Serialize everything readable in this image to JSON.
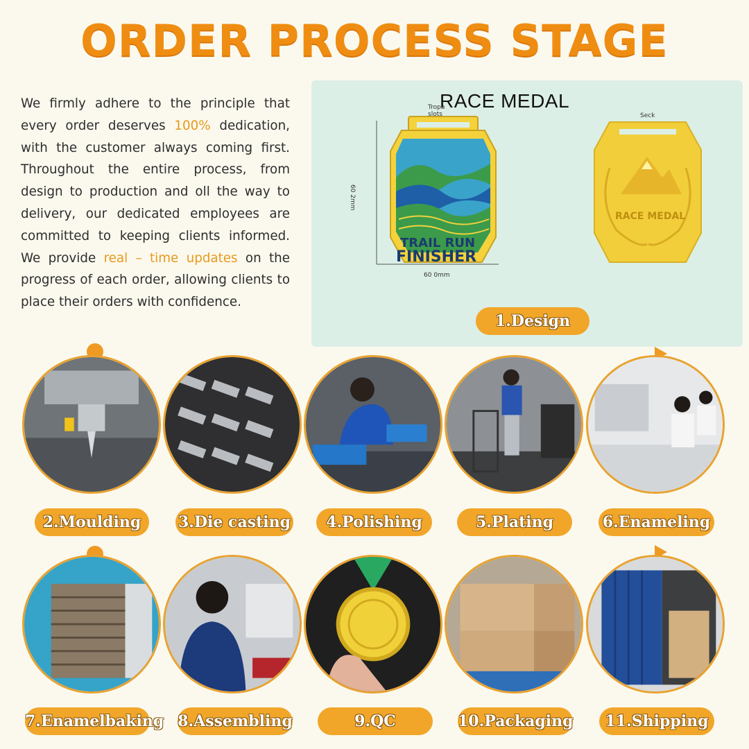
{
  "title": "ORDER PROCESS STAGE",
  "intro": {
    "part1": "We firmly adhere to the principle that every order deserves ",
    "highlight1": "100%",
    "part2": " dedication, with the customer always coming first. Throughout the entire process, from design to production and oll the way to delivery, our dedicated employees are committed to keeping clients informed. We provide ",
    "highlight2": "real – time updates",
    "part3": " on the progress of each order, allowing clients to place their orders with confidence."
  },
  "design": {
    "panel_title": "RACE MEDAL",
    "front_top_note": "Tropa\nslots",
    "back_top_note": "Seck",
    "side_dim": "60 2mm",
    "bottom_dim": "60 0mm",
    "front_text_line1": "TRAIL RUN",
    "front_text_line2": "FINISHER",
    "back_text": "RACE MEDAL",
    "step_label": "1.Design"
  },
  "steps": [
    {
      "label": "2.Moulding",
      "icon": "cnc-milling-icon"
    },
    {
      "label": "3.Die casting",
      "icon": "die-cast-parts-icon"
    },
    {
      "label": "4.Polishing",
      "icon": "polishing-worker-icon"
    },
    {
      "label": "5.Plating",
      "icon": "plating-line-icon"
    },
    {
      "label": "6.Enameling",
      "icon": "enameling-workshop-icon"
    },
    {
      "label": "7.Enamelbaking",
      "icon": "baking-oven-icon"
    },
    {
      "label": "8.Assembling",
      "icon": "assembling-worker-icon"
    },
    {
      "label": "9.QC",
      "icon": "qc-medal-icon"
    },
    {
      "label": "10.Packaging",
      "icon": "carton-boxes-icon"
    },
    {
      "label": "11.Shipping",
      "icon": "shipping-container-icon"
    }
  ],
  "colors": {
    "accent": "#ef8d12",
    "pill": "#f1a629",
    "panel": "#dcefe6",
    "gold": "#f2cf3a"
  }
}
